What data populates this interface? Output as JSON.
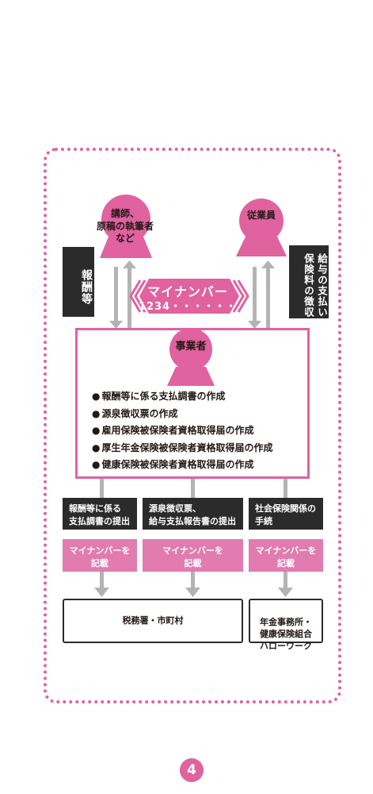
{
  "people": {
    "lecturer": "講師、\n原稿の執筆者\nなど",
    "employee": "従業員",
    "business": "事業者"
  },
  "side_labels": {
    "remuneration": "報酬等",
    "salary": "給与の支払い\n保険料の徴収"
  },
  "my_number": {
    "title": "マイナンバー",
    "digits": "1234・・・・・・"
  },
  "duties": [
    "報酬等に係る支払調書の作成",
    "源泉徴収票の作成",
    "雇用保険被保険者資格取得届の作成",
    "厚生年金保険被保険者資格取得届の作成",
    "健康保険被保険者資格取得届の作成"
  ],
  "steps": [
    "報酬等に係る\n支払調書の提出",
    "源泉徴収票、\n給与支払報告書の提出",
    "社会保険関係の\n手続"
  ],
  "my_number_entry": [
    "マイナンバーを\n記載",
    "マイナンバーを\n記載",
    "マイナンバーを\n記載"
  ],
  "destinations": {
    "tax": "税務署・市町村",
    "social": "年金事務所・\n健康保険組合\nハローワーク"
  },
  "page_number": "4",
  "colors": {
    "pink": "#e0629f",
    "pink_light": "#e17bb0",
    "dark": "#2b2b2b",
    "arrow_gray": "#b3b3b3"
  }
}
